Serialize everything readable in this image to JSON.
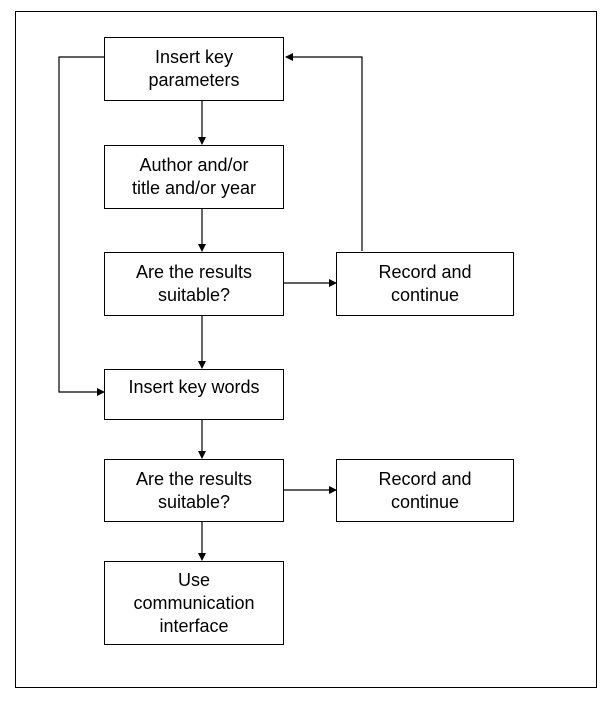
{
  "nodes": {
    "insert_key_parameters": "Insert key\nparameters",
    "author_title_year": "Author and/or\ntitle and/or year",
    "results_suitable_1": "Are the results\nsuitable?",
    "record_continue_1": "Record and\ncontinue",
    "insert_key_words": "Insert key words",
    "results_suitable_2": "Are the results\nsuitable?",
    "record_continue_2": "Record and\ncontinue",
    "use_communication_interface": "Use\ncommunication\ninterface"
  },
  "edges": [
    {
      "from": "insert_key_parameters",
      "to": "author_title_year"
    },
    {
      "from": "author_title_year",
      "to": "results_suitable_1"
    },
    {
      "from": "results_suitable_1",
      "to": "record_continue_1"
    },
    {
      "from": "record_continue_1",
      "to": "insert_key_parameters"
    },
    {
      "from": "results_suitable_1",
      "to": "insert_key_words"
    },
    {
      "from": "insert_key_parameters",
      "to": "insert_key_words"
    },
    {
      "from": "insert_key_words",
      "to": "results_suitable_2"
    },
    {
      "from": "results_suitable_2",
      "to": "record_continue_2"
    },
    {
      "from": "results_suitable_2",
      "to": "use_communication_interface"
    }
  ],
  "colors": {
    "stroke": "#000000",
    "background": "#ffffff"
  }
}
